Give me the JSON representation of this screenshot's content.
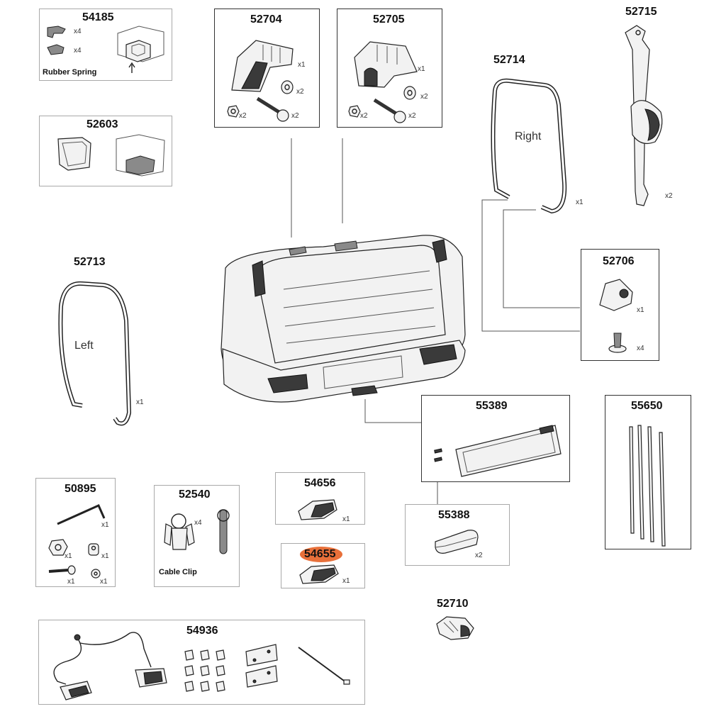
{
  "parts": {
    "p54185": {
      "number": "54185",
      "qty_a": "x4",
      "qty_b": "x4",
      "caption": "Rubber Spring"
    },
    "p52603": {
      "number": "52603"
    },
    "p52704": {
      "number": "52704",
      "qty_cover": "x1",
      "qty_washer": "x2",
      "qty_nut": "x2",
      "qty_bolt": "x2"
    },
    "p52705": {
      "number": "52705",
      "qty_cover": "x1",
      "qty_washer": "x2",
      "qty_nut": "x2",
      "qty_bolt": "x2"
    },
    "p52714": {
      "number": "52714",
      "label": "Right",
      "qty": "x1"
    },
    "p52715": {
      "number": "52715",
      "qty": "x2"
    },
    "p52713": {
      "number": "52713",
      "label": "Left",
      "qty": "x1"
    },
    "p52706": {
      "number": "52706",
      "qty_clip": "x1",
      "qty_screw": "x4"
    },
    "p55389": {
      "number": "55389"
    },
    "p55650": {
      "number": "55650"
    },
    "p50895": {
      "number": "50895",
      "qty_key": "x1",
      "qty_knob": "x1",
      "qty_spacer": "x1",
      "qty_bolt": "x1",
      "qty_washer": "x1"
    },
    "p52540": {
      "number": "52540",
      "qty": "x4",
      "caption": "Cable Clip"
    },
    "p54656": {
      "number": "54656",
      "qty": "x1"
    },
    "p54655": {
      "number": "54655",
      "qty": "x1",
      "highlight_color": "#e8703a"
    },
    "p55388": {
      "number": "55388",
      "qty": "x2"
    },
    "p52710": {
      "number": "52710"
    },
    "p54936": {
      "number": "54936"
    }
  }
}
